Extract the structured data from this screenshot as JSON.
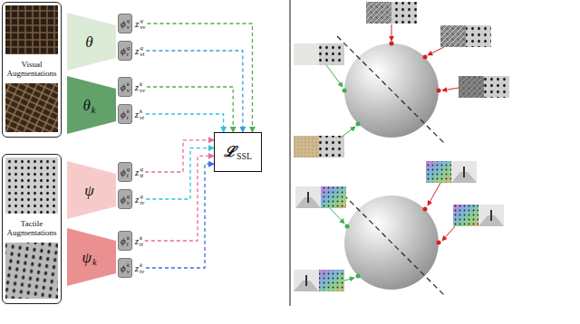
{
  "diagram": {
    "nodes": [
      {
        "text": [
          "Visual Augmentations"
        ]
      },
      {
        "text": [
          "θ"
        ]
      },
      {
        "text": [
          "ϕ",
          "q",
          "v",
          "z",
          "q",
          "vv"
        ]
      },
      {
        "text": [
          "ϕ",
          "q",
          "t",
          "z",
          "q",
          "vt"
        ]
      },
      {
        "text": [
          "θ",
          "k"
        ]
      },
      {
        "text": [
          "ϕ",
          "k",
          "v",
          "z",
          "k",
          "vv"
        ]
      },
      {
        "text": [
          "ϕ",
          "k",
          "t",
          "z",
          "k",
          "vt"
        ]
      },
      {
        "text": [
          "Tactile Augmentations"
        ]
      },
      {
        "text": [
          "ψ"
        ]
      },
      {
        "text": [
          "ϕ",
          "q",
          "t",
          "z",
          "q",
          "tt"
        ]
      },
      {
        "text": [
          "ϕ",
          "q",
          "v",
          "z",
          "q",
          "tv"
        ]
      },
      {
        "text": [
          "ψ",
          "k"
        ]
      },
      {
        "text": [
          "ϕ",
          "k",
          "t",
          "z",
          "k",
          "tt"
        ]
      },
      {
        "text": [
          "ϕ",
          "k",
          "v",
          "z",
          "k",
          "tv"
        ]
      },
      {
        "text": [
          "ℒ",
          "SSL"
        ]
      }
    ],
    "edges": [
      {
        "from": 2,
        "to": 14,
        "arrow": "to"
      },
      {
        "from": 3,
        "to": 14,
        "arrow": "to"
      },
      {
        "from": 5,
        "to": 14,
        "arrow": "to"
      },
      {
        "from": 6,
        "to": 14,
        "arrow": "to"
      },
      {
        "from": 9,
        "to": 14,
        "arrow": "to"
      },
      {
        "from": 10,
        "to": 14,
        "arrow": "to"
      },
      {
        "from": 12,
        "to": 14,
        "arrow": "to"
      },
      {
        "from": 13,
        "to": 14,
        "arrow": "to"
      }
    ]
  }
}
